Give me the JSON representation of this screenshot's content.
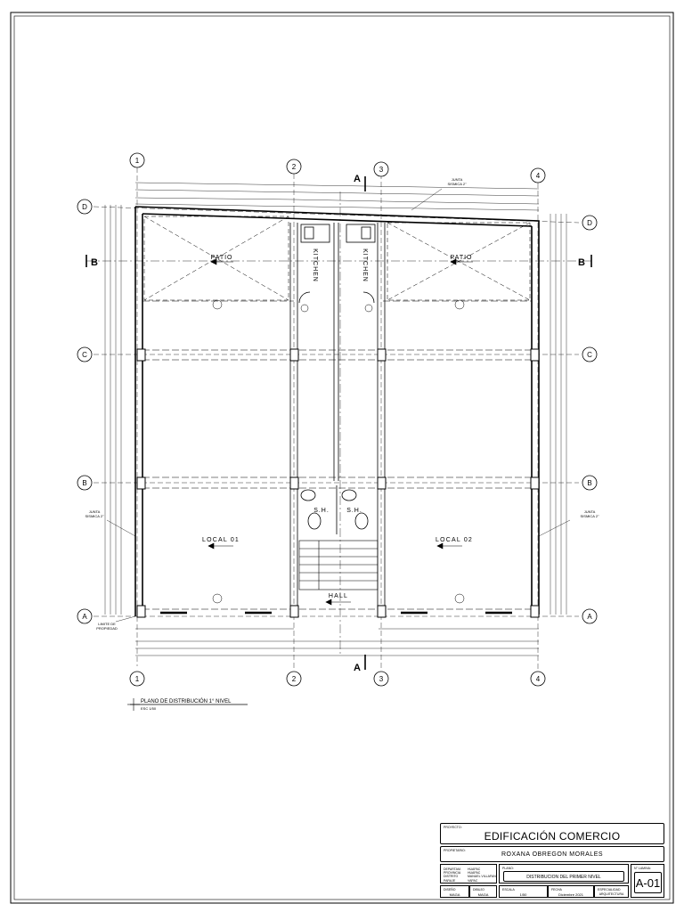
{
  "grid": {
    "columns": [
      "1",
      "2",
      "3",
      "4"
    ],
    "rows": [
      "A",
      "B",
      "C",
      "D"
    ]
  },
  "sections": {
    "cut_a": "A",
    "cut_b": "B"
  },
  "rooms": {
    "patio_left": "PATIO",
    "patio_right": "PATIO",
    "kitchen_left": "KITCHEN",
    "kitchen_right": "KITCHEN",
    "sh_left": "S.H.",
    "sh_right": "S.H.",
    "local_1": "LOCAL 01",
    "local_2": "LOCAL 02",
    "hall": "HALL"
  },
  "notes": {
    "junta_left": "JUNTA",
    "junta_left_2": "SISMICA 2\"",
    "junta_right": "JUNTA",
    "junta_right_2": "SISMICA 2\"",
    "junta_top": "JUNTA",
    "junta_top_2": "SISMICA 2\"",
    "limite": "LIMITE DE",
    "limite_2": "PROPIEDAD"
  },
  "plan_title": {
    "title": "PLANO DE DISTRIBUCIÓN 1° NIVEL",
    "scale": "ESC 1/50"
  },
  "title_block": {
    "proyecto_label": "PROYECTO:",
    "project": "EDIFICACIÓN COMERCIO",
    "propietario_label": "PROPIETARIO:",
    "owner": "ROXANA OBREGON MORALES",
    "loc_keys": [
      "DEPARTAM.",
      "PROVINCIA",
      "DISTRITO",
      "PARAJE"
    ],
    "loc_vals": [
      "HUAPAC",
      "HUAPAC",
      "MANUEL VILLAFAN",
      "VAPAC"
    ],
    "plano_label": "PLANO:",
    "plano": "DISTRIBUCION DEL PRIMER NIVEL",
    "lamina_label": "N° LAMINA:",
    "sheet": "A-01",
    "diseno_label": "DISEÑO",
    "diseno": "MAGA",
    "dibujo_label": "DIBUJO",
    "dibujo": "MAGA",
    "escala_label": "ESCALA",
    "escala": "1/50",
    "fecha_label": "FECHA",
    "fecha": "Diciembre 2021",
    "especialidad_label": "ESPECIALIDAD",
    "especialidad": "ARQUITECTURA"
  },
  "colors": {
    "ink": "#000000",
    "paper": "#ffffff"
  }
}
